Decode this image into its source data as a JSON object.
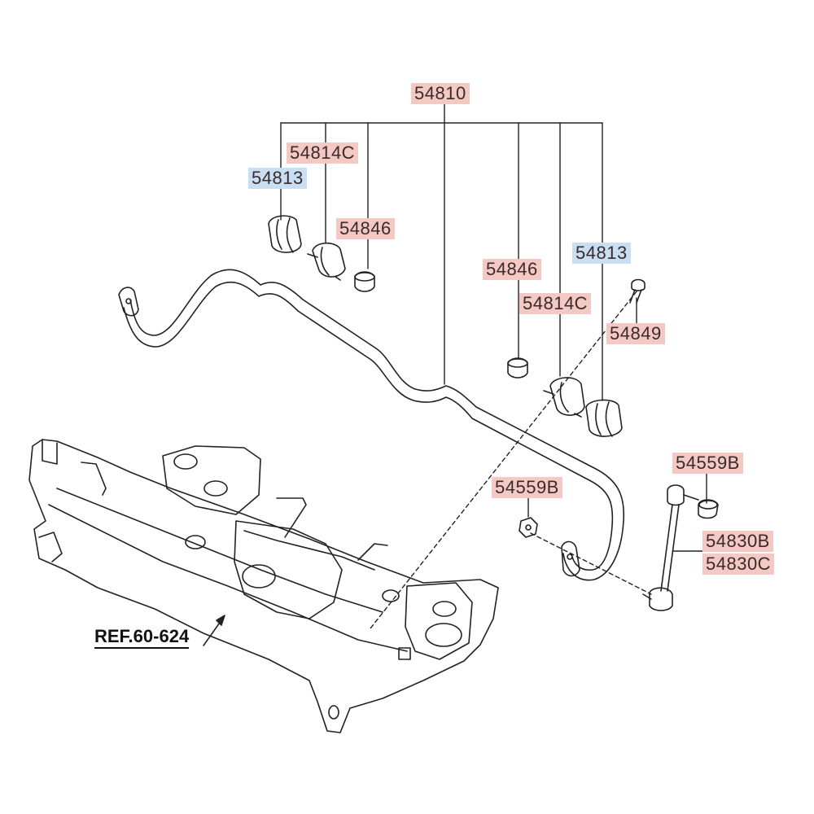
{
  "colors": {
    "pink": "#f4c9c4",
    "blue": "#c8def2",
    "line": "#222222"
  },
  "labels": {
    "stabilizer_bar": "54810",
    "bushing_left": "54813",
    "bracket_left": "54814C",
    "bolt_cap_left": "54846",
    "bolt_cap_right": "54846",
    "bushing_right": "54813",
    "bracket_right": "54814C",
    "bracket_bolt": "54849",
    "nut_left": "54559B",
    "nut_right": "54559B",
    "link_b": "54830B",
    "link_c": "54830C",
    "reference": "REF.60-624"
  }
}
